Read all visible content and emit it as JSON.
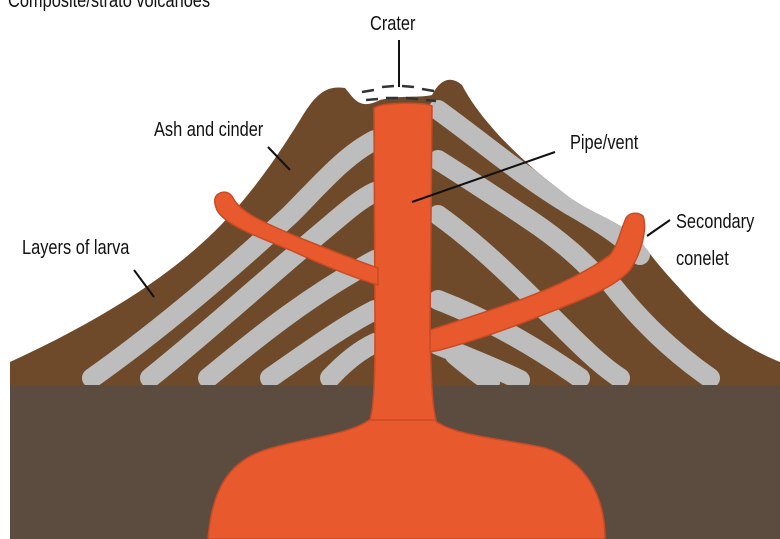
{
  "title": "Composite/strato volcanoes",
  "labels": {
    "crater": "Crater",
    "ash_and_cinder": "Ash and cinder",
    "pipe_vent": "Pipe/vent",
    "layers_of_larva": "Layers of larva",
    "secondary_conelet_line1": "Secondary",
    "secondary_conelet_line2": "conelet"
  },
  "colors": {
    "volcano_brown": "#6e4a2a",
    "ground": "#5b4c3f",
    "ash_layers": "#bdbdbd",
    "magma": "#e85a2e",
    "text": "#111111"
  }
}
